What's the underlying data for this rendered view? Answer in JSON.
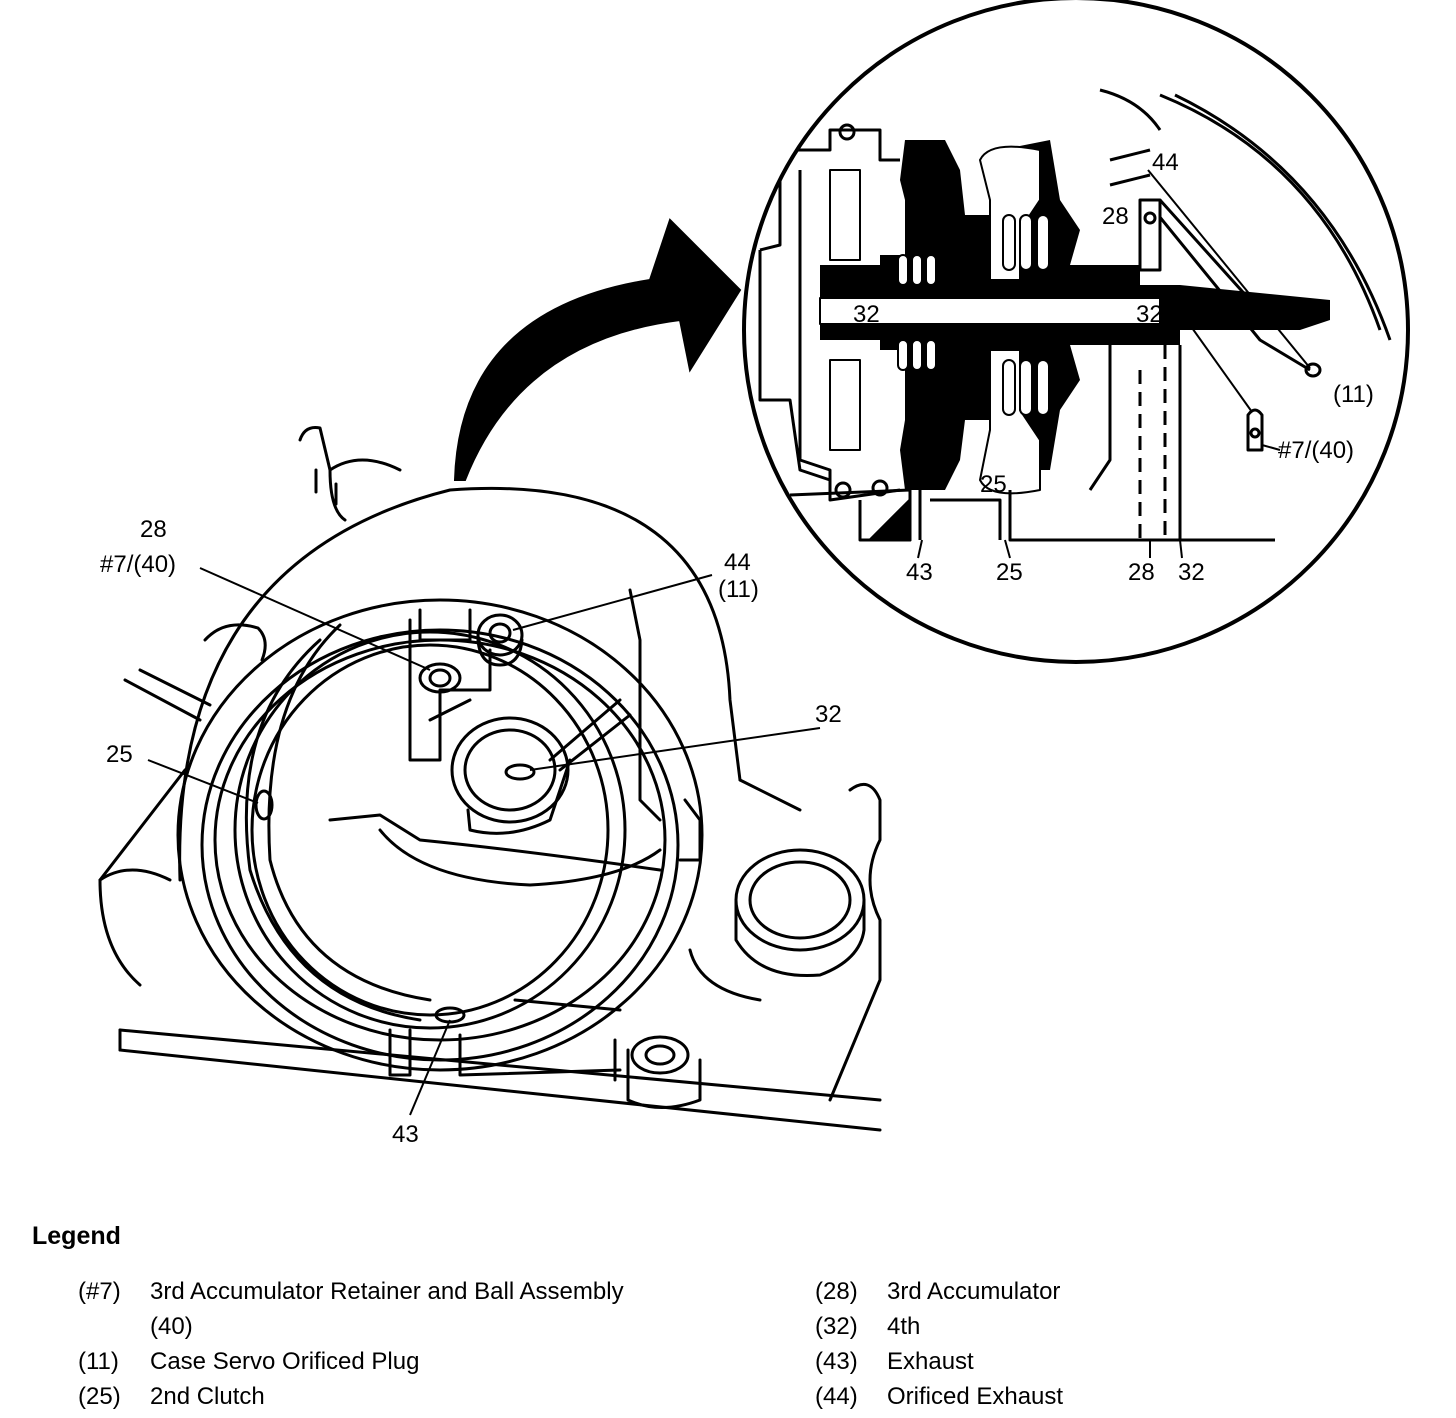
{
  "callouts": {
    "c28": "28",
    "c7_40": "#7/(40)",
    "c44": "44",
    "c11": "(11)",
    "c32": "32",
    "c25": "25",
    "c43": "43"
  },
  "detail": {
    "d44": "44",
    "d28": "28",
    "d32_left": "32",
    "d32_right": "32",
    "d11": "(11)",
    "d7_40": "#7/(40)",
    "d25": "25",
    "b43": "43",
    "b25": "25",
    "b28": "28",
    "b32": "32"
  },
  "legend": {
    "title": "Legend",
    "left": [
      {
        "code": "(#7)",
        "desc": "3rd Accumulator Retainer and Ball Assembly (40)"
      },
      {
        "code": "(11)",
        "desc": "Case Servo Orificed Plug"
      },
      {
        "code": "(25)",
        "desc": "2nd Clutch"
      }
    ],
    "right": [
      {
        "code": "(28)",
        "desc": "3rd Accumulator"
      },
      {
        "code": "(32)",
        "desc": "4th"
      },
      {
        "code": "(43)",
        "desc": "Exhaust"
      },
      {
        "code": "(44)",
        "desc": "Orificed Exhaust"
      }
    ]
  }
}
